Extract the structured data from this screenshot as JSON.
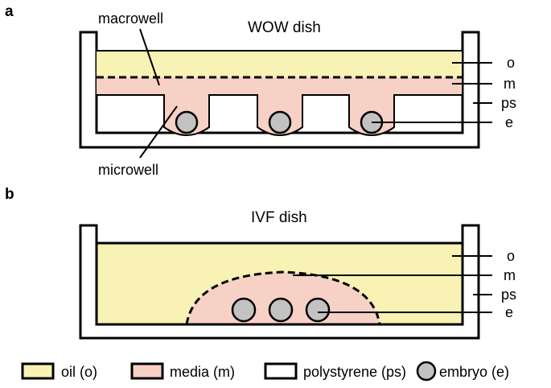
{
  "colors": {
    "oil": "#f8f3b4",
    "media": "#f7d1c6",
    "polystyrene": "#ffffff",
    "embryo": "#c2c2c2",
    "outline": "#000000"
  },
  "panel_a": {
    "letter": "a",
    "title": "WOW dish",
    "macrowell_label": "macrowell",
    "microwell_label": "microwell",
    "layer_labels": [
      "o",
      "m",
      "ps",
      "e"
    ]
  },
  "panel_b": {
    "letter": "b",
    "title": "IVF dish",
    "layer_labels": [
      "o",
      "m",
      "ps",
      "e"
    ]
  },
  "legend": [
    {
      "label": "oil (o)",
      "swatch": "oil"
    },
    {
      "label": "media (m)",
      "swatch": "media"
    },
    {
      "label": "polystyrene (ps)",
      "swatch": "polystyrene"
    },
    {
      "label": "embryo (e)",
      "swatch": "embryo"
    }
  ]
}
